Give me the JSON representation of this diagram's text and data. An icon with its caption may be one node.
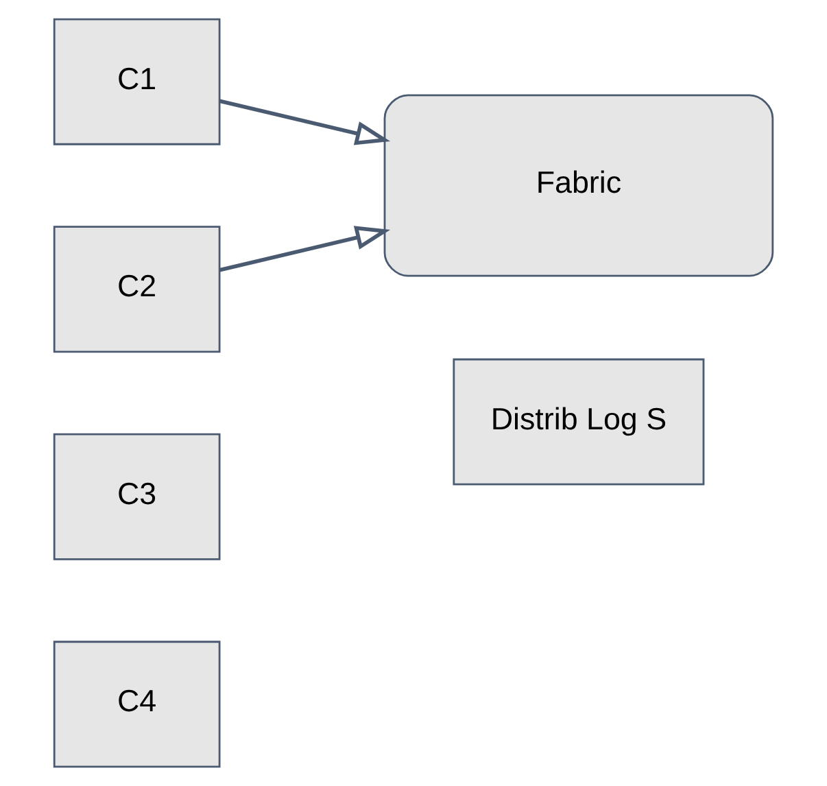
{
  "diagram": {
    "nodes": [
      {
        "text": [
          "C1"
        ]
      },
      {
        "text": [
          "Fabric"
        ]
      },
      {
        "text": [
          "C2"
        ]
      },
      {
        "text": [
          "C3"
        ]
      },
      {
        "text": [
          "C4"
        ]
      },
      {
        "text": [
          "Distrib Log S"
        ]
      }
    ],
    "edges": [
      {
        "from": 0,
        "to": 1,
        "arrow": "to"
      },
      {
        "from": 2,
        "to": 1,
        "arrow": "to"
      }
    ]
  }
}
